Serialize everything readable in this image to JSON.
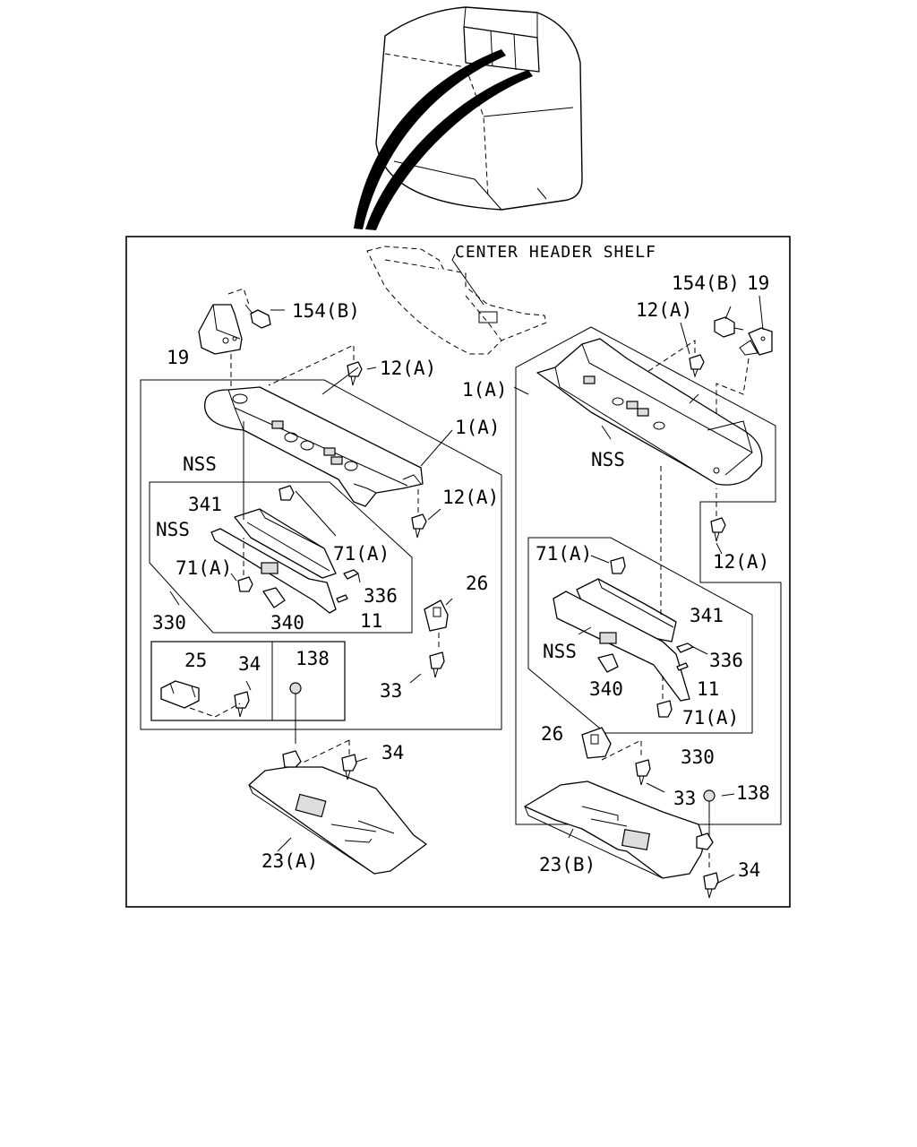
{
  "diagram": {
    "title_callout": "CENTER HEADER SHELF",
    "labels": {
      "154b_left": "154(B)",
      "19_left": "19",
      "12a_top_left": "12(A)",
      "1a_left": "1(A)",
      "nss_left_top": "NSS",
      "341_left": "341",
      "nss_left_mid": "NSS",
      "71a_left_a": "71(A)",
      "71a_left_b": "71(A)",
      "336_left": "336",
      "340_left": "340",
      "11_left": "11",
      "330_left": "330",
      "12a_mid_left": "12(A)",
      "26_left": "26",
      "25_left": "25",
      "34_left_box": "34",
      "138_left": "138",
      "33_left": "33",
      "34_left_bottom": "34",
      "23a": "23(A)",
      "154b_right": "154(B)",
      "19_right": "19",
      "12a_top_right": "12(A)",
      "1a_right": "1(A)",
      "nss_right_top": "NSS",
      "12a_right_low": "12(A)",
      "71a_right_a": "71(A)",
      "341_right": "341",
      "nss_right_mid": "NSS",
      "336_right": "336",
      "340_right": "340",
      "11_right": "11",
      "71a_right_b": "71(A)",
      "26_right": "26",
      "330_right": "330",
      "33_right": "33",
      "138_right": "138",
      "23b": "23(B)",
      "34_right_bottom": "34"
    }
  }
}
